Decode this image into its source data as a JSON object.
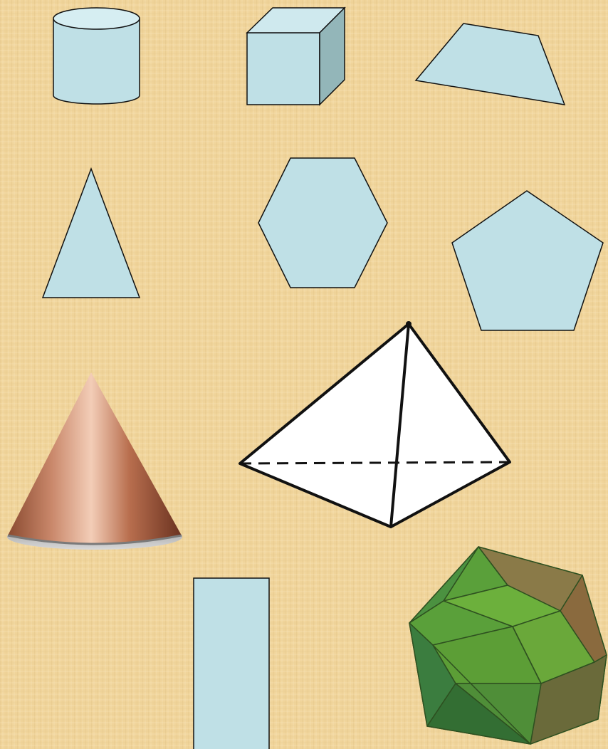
{
  "background": {
    "base_color": "#f0d49a",
    "grain_color": "#d9b577"
  },
  "shapes": [
    {
      "name": "cylinder",
      "fill": "#bfe0e6"
    },
    {
      "name": "cube",
      "fill": "#bfe0e6",
      "side_fill": "#93b6b9"
    },
    {
      "name": "trapezoid",
      "fill": "#bfe0e6"
    },
    {
      "name": "triangle",
      "fill": "#bfe0e6"
    },
    {
      "name": "hexagon",
      "fill": "#bfe0e6"
    },
    {
      "name": "pentagon",
      "fill": "#bfe0e6"
    },
    {
      "name": "cone",
      "fill": "#c98060"
    },
    {
      "name": "pyramid",
      "fill": "#ffffff"
    },
    {
      "name": "rectangle",
      "fill": "#bfe0e6"
    },
    {
      "name": "icosahedron",
      "fill": "#5aa03a"
    }
  ]
}
